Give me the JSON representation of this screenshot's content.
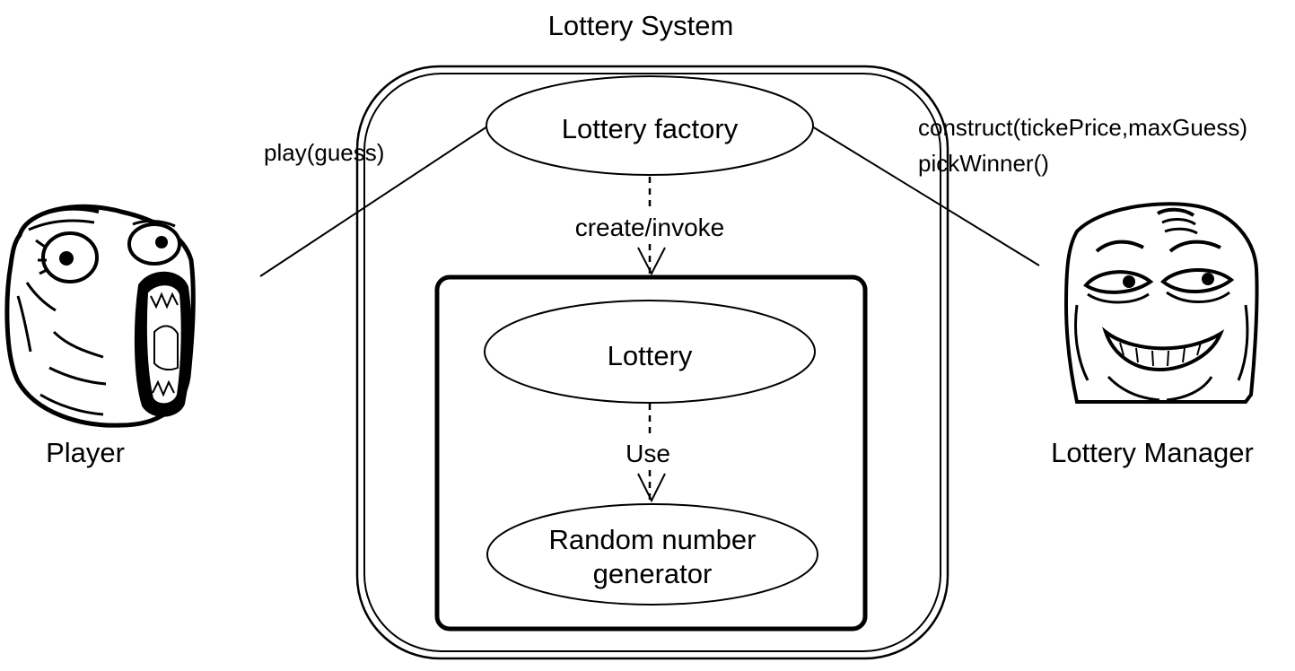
{
  "system": {
    "title": "Lottery System"
  },
  "use_cases": {
    "factory": "Lottery factory",
    "lottery": "Lottery",
    "rng_line1": "Random number",
    "rng_line2": "generator"
  },
  "relations": {
    "factory_to_lottery": "create/invoke",
    "lottery_to_rng": "Use"
  },
  "actors": {
    "player": {
      "name": "Player",
      "messages": [
        "play(guess)"
      ],
      "icon": "laughing-rage-face-icon"
    },
    "manager": {
      "name": "Lottery Manager",
      "messages": [
        "construct(tickePrice,maxGuess)",
        "pickWinner()"
      ],
      "icon": "smug-rage-face-icon"
    }
  },
  "colors": {
    "stroke": "#000000",
    "background": "#ffffff"
  }
}
